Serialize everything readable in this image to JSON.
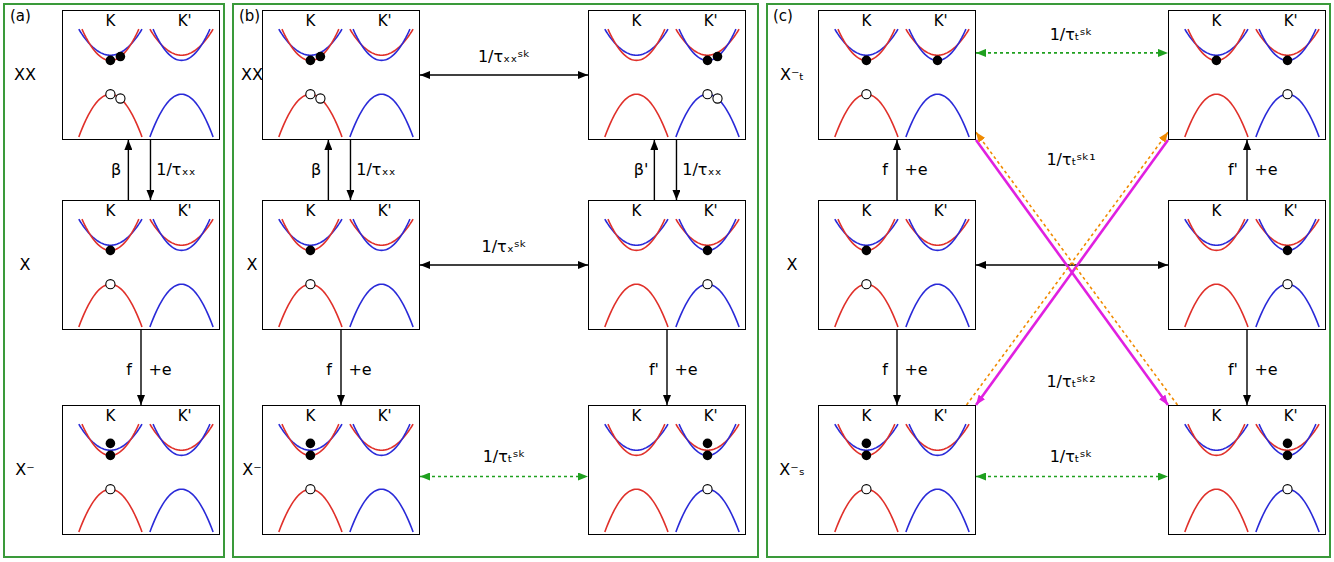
{
  "diagram": {
    "nodes": [
      {
        "text": [
          "(a)",
          "XX",
          "X",
          "X⁻"
        ]
      },
      {
        "text": [
          "K",
          "K'"
        ],
        "in": 0
      },
      {
        "text": [
          "K",
          "K'"
        ],
        "in": 0
      },
      {
        "text": [
          "K",
          "K'"
        ],
        "in": 0
      },
      {
        "text": [
          "(b)",
          "XX",
          "X",
          "X⁻"
        ]
      },
      {
        "text": [
          "K",
          "K'"
        ],
        "in": 4
      },
      {
        "text": [
          "K",
          "K'"
        ],
        "in": 4
      },
      {
        "text": [
          "K",
          "K'"
        ],
        "in": 4
      },
      {
        "text": [
          "K",
          "K'"
        ],
        "in": 4
      },
      {
        "text": [
          "K",
          "K'"
        ],
        "in": 4
      },
      {
        "text": [
          "K",
          "K'"
        ],
        "in": 4
      },
      {
        "text": [
          "(c)",
          "X⁻ₜ",
          "X",
          "X⁻ₛ"
        ]
      },
      {
        "text": [
          "K",
          "K'"
        ],
        "in": 11
      },
      {
        "text": [
          "K",
          "K'"
        ],
        "in": 11
      },
      {
        "text": [
          "K",
          "K'"
        ],
        "in": 11
      },
      {
        "text": [
          "K",
          "K'"
        ],
        "in": 11
      },
      {
        "text": [
          "K",
          "K'"
        ],
        "in": 11
      },
      {
        "text": [
          "K",
          "K'"
        ],
        "in": 11
      }
    ],
    "edges": [
      {
        "from": 2,
        "to": 1,
        "arrow": "to",
        "label": "β"
      },
      {
        "from": 1,
        "to": 2,
        "arrow": "to",
        "label": "1/τₓₓ"
      },
      {
        "from": 2,
        "to": 3,
        "arrow": "to",
        "label": "f"
      },
      {
        "from": 5,
        "to": 6,
        "arrow": "both",
        "label": "1/τₓₓˢᵏ"
      },
      {
        "from": 7,
        "to": 5,
        "arrow": "to",
        "label": "β"
      },
      {
        "from": 5,
        "to": 7,
        "arrow": "to",
        "label": "1/τₓₓ"
      },
      {
        "from": 8,
        "to": 6,
        "arrow": "to",
        "label": "β'"
      },
      {
        "from": 6,
        "to": 8,
        "arrow": "to",
        "label": "1/τₓₓ"
      },
      {
        "from": 7,
        "to": 8,
        "arrow": "both",
        "label": "1/τₓˢᵏ"
      },
      {
        "from": 7,
        "to": 9,
        "arrow": "to",
        "label": "f"
      },
      {
        "from": 8,
        "to": 10,
        "arrow": "to",
        "label": "f'"
      },
      {
        "from": 9,
        "to": 10,
        "arrow": "both",
        "label": "1/τₜˢᵏ"
      },
      {
        "from": 12,
        "to": 13,
        "arrow": "both",
        "label": "1/τₜˢᵏ"
      },
      {
        "from": 14,
        "to": 12,
        "arrow": "to",
        "label": "f"
      },
      {
        "from": 15,
        "to": 13,
        "arrow": "to",
        "label": "f'"
      },
      {
        "from": 14,
        "to": 15,
        "arrow": "both"
      },
      {
        "from": 12,
        "to": 17,
        "arrow": "to",
        "label": "1/τₜˢᵏ²"
      },
      {
        "from": 13,
        "to": 16,
        "arrow": "to"
      },
      {
        "from": 17,
        "to": 12,
        "arrow": "to"
      },
      {
        "from": 16,
        "to": 13,
        "arrow": "to",
        "label": "1/τₜˢᵏ¹"
      },
      {
        "from": 14,
        "to": 16,
        "arrow": "to",
        "label": "f"
      },
      {
        "from": 15,
        "to": 17,
        "arrow": "to",
        "label": "f'"
      },
      {
        "from": 16,
        "to": 17,
        "arrow": "both",
        "label": "1/τₜˢᵏ"
      }
    ],
    "labels": [
      "+e",
      "+e",
      "+e",
      "+e",
      "+e",
      "+e",
      "+e"
    ]
  }
}
